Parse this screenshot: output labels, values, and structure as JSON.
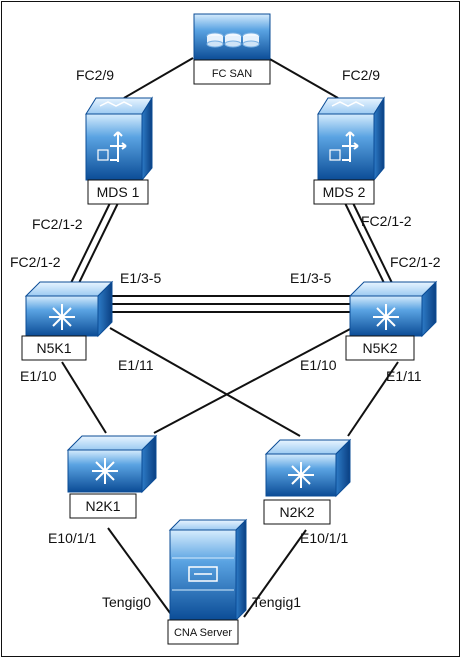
{
  "devices": {
    "fc_san": "FC SAN",
    "mds1": "MDS 1",
    "mds2": "MDS 2",
    "n5k1": "N5K1",
    "n5k2": "N5K2",
    "n2k1": "N2K1",
    "n2k2": "N2K2",
    "cna_server": "CNA Server"
  },
  "ports": {
    "san_mds1": "FC2/9",
    "san_mds2": "FC2/9",
    "mds1_down": "FC2/1-2",
    "n5k1_up": "FC2/1-2",
    "mds2_down": "FC2/1-2",
    "n5k2_up": "FC2/1-2",
    "n5k1_peer": "E1/3-5",
    "n5k2_peer": "E1/3-5",
    "n5k1_e110": "E1/10",
    "n5k1_e111": "E1/11",
    "n5k2_e110": "E1/10",
    "n5k2_e111": "E1/11",
    "n2k1_host": "E10/1/1",
    "n2k2_host": "E10/1/1",
    "server_nic0": "Tengig0",
    "server_nic1": "Tengig1"
  },
  "colors": {
    "device_top": "#cfe7fb",
    "device_mid": "#3f8fd6",
    "device_bottom": "#0d4f9a",
    "label_box": "#ffffff",
    "line": "#111111"
  }
}
